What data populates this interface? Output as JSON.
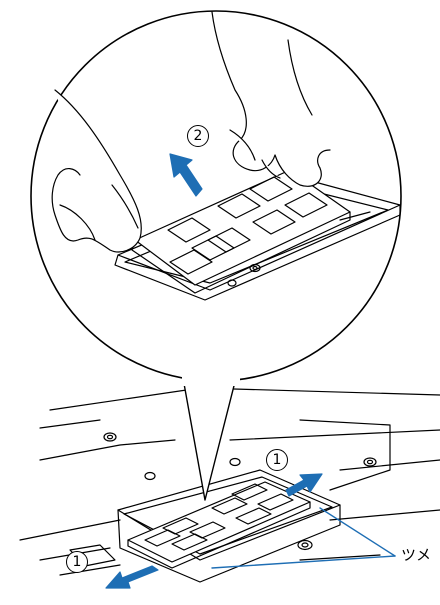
{
  "labels": {
    "step2_top": "2",
    "step1_right": "1",
    "step1_left": "1",
    "tabs": "ツメ"
  },
  "colors": {
    "line": "#000000",
    "arrow": "#1e6eb4",
    "background": "#ffffff"
  },
  "icons": {
    "step_marker": "circled-number",
    "direction": "arrow"
  }
}
